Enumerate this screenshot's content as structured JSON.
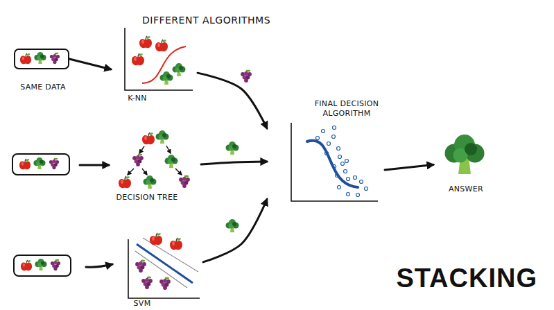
{
  "diagram": {
    "title": "STACKING",
    "nodes": [
      {
        "text": [
          "SAME DATA"
        ]
      },
      {
        "text": [
          "K-NN"
        ]
      },
      {
        "text": [
          "DECISION TREE"
        ]
      },
      {
        "text": [
          "SVM"
        ]
      },
      {
        "text": [
          "FINAL DECISION ALGORITHM"
        ]
      },
      {
        "text": [
          "ANSWER"
        ]
      }
    ],
    "edges": [
      {
        "from": 0,
        "to": 1,
        "arrow": "to"
      },
      {
        "from": 1,
        "to": 4,
        "arrow": "to"
      },
      {
        "from": 2,
        "to": 4,
        "arrow": "to"
      },
      {
        "from": 3,
        "to": 4,
        "arrow": "to"
      },
      {
        "from": 4,
        "to": 5,
        "arrow": "to"
      }
    ],
    "labels": [
      "DIFFERENT ALGORITHMS"
    ]
  }
}
